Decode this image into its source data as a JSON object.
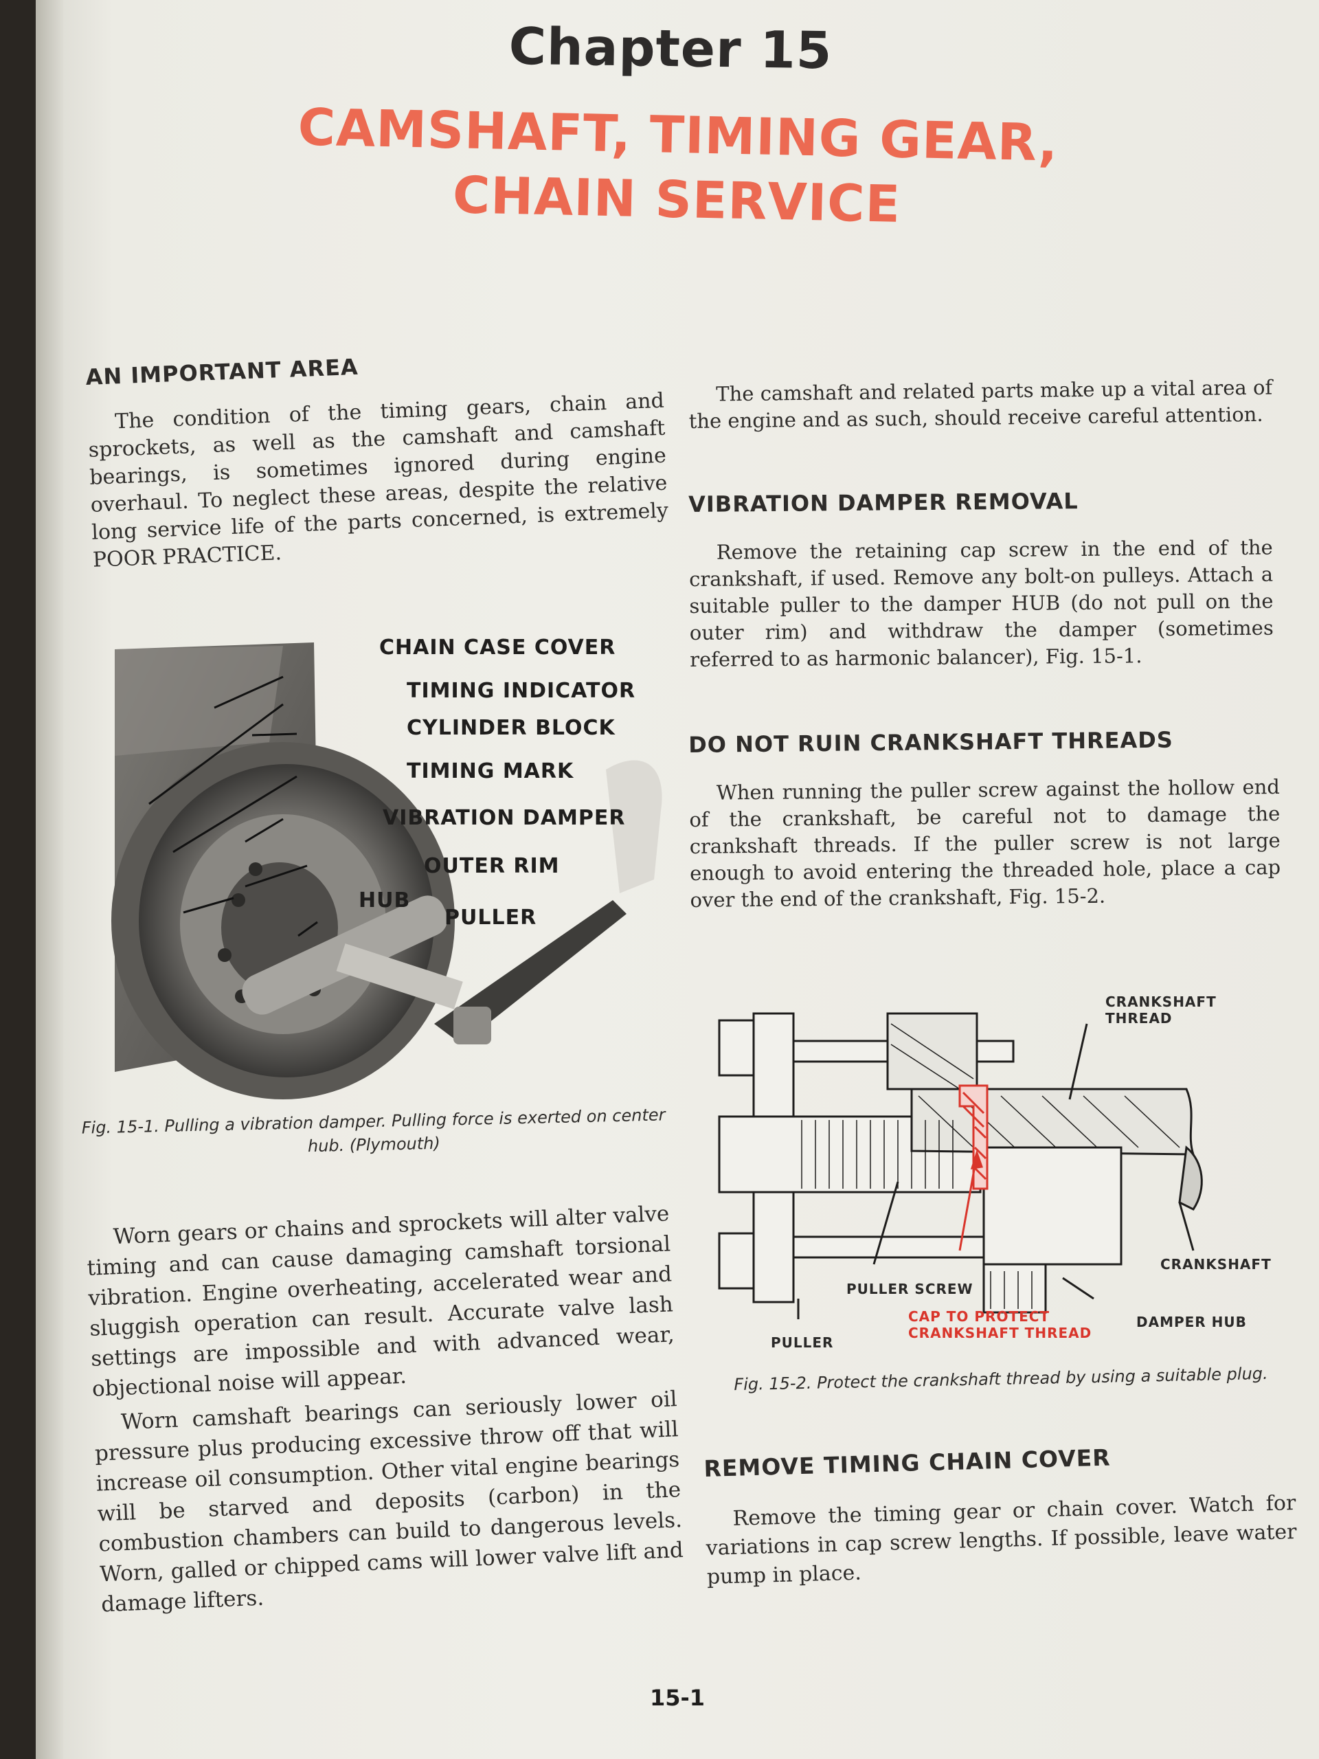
{
  "header": {
    "chapter": "Chapter 15",
    "title_line1": "CAMSHAFT, TIMING GEAR,",
    "title_line2": "CHAIN SERVICE"
  },
  "left": {
    "heading": "AN IMPORTANT AREA",
    "para1": "The condition of the timing gears, chain and sprockets, as well as the camshaft and camshaft bearings, is sometimes ignored during engine overhaul. To neglect these areas, despite the relative long service life of the parts concerned, is extremely POOR PRACTICE.",
    "fig1_labels": [
      "CHAIN CASE COVER",
      "TIMING INDICATOR",
      "CYLINDER BLOCK",
      "TIMING MARK",
      "VIBRATION DAMPER",
      "OUTER RIM",
      "HUB",
      "PULLER"
    ],
    "fig1_caption": "Fig. 15-1. Pulling a vibration damper. Pulling force is exerted on center hub. (Plymouth)",
    "para2": "Worn gears or chains and sprockets will alter valve timing and can cause damaging camshaft torsional vibration. Engine overheating, accelerated wear and sluggish operation can result. Accurate valve lash settings are impossible and with advanced wear, objectional noise will appear.",
    "para3": "Worn camshaft bearings can seriously lower oil pressure plus producing excessive throw off that will increase oil consumption. Other vital engine bearings will be starved and deposits (carbon) in the combustion chambers can build to dangerous levels. Worn, galled or chipped cams will lower valve lift and damage lifters."
  },
  "right": {
    "intro": "The camshaft and related parts make up a vital area of the engine and as such, should receive careful attention.",
    "heading1": "VIBRATION DAMPER REMOVAL",
    "para1": "Remove the retaining cap screw in the end of the crankshaft, if used. Remove any bolt-on pulleys. Attach a suitable puller to the damper HUB (do not pull on the outer rim) and withdraw the damper (sometimes referred to as harmonic balancer), Fig. 15-1.",
    "heading2": "DO NOT RUIN CRANKSHAFT THREADS",
    "para2": "When running the puller screw against the hollow end of the crankshaft, be careful not to damage the crankshaft threads. If the puller screw is not large enough to avoid entering the threaded hole, place a cap over the end of the crankshaft, Fig. 15-2.",
    "fig2_labels": {
      "crankshaft_thread": [
        "CRANKSHAFT",
        "THREAD"
      ],
      "crankshaft": "CRANKSHAFT",
      "puller_screw": "PULLER SCREW",
      "cap": [
        "CAP TO PROTECT",
        "CRANKSHAFT THREAD"
      ],
      "damper_hub": "DAMPER HUB",
      "puller": "PULLER"
    },
    "fig2_caption": "Fig. 15-2. Protect the crankshaft thread by using a suitable plug.",
    "heading3": "REMOVE TIMING CHAIN COVER",
    "para3": "Remove the timing gear or chain cover. Watch for variations in cap screw lengths. If possible, leave water pump in place."
  },
  "footer": {
    "folio": "15-1"
  },
  "colors": {
    "title_red": "#ec6a52",
    "diagram_red": "#d9352b",
    "paper": "#efeee8",
    "ink": "#2f2d2b"
  }
}
